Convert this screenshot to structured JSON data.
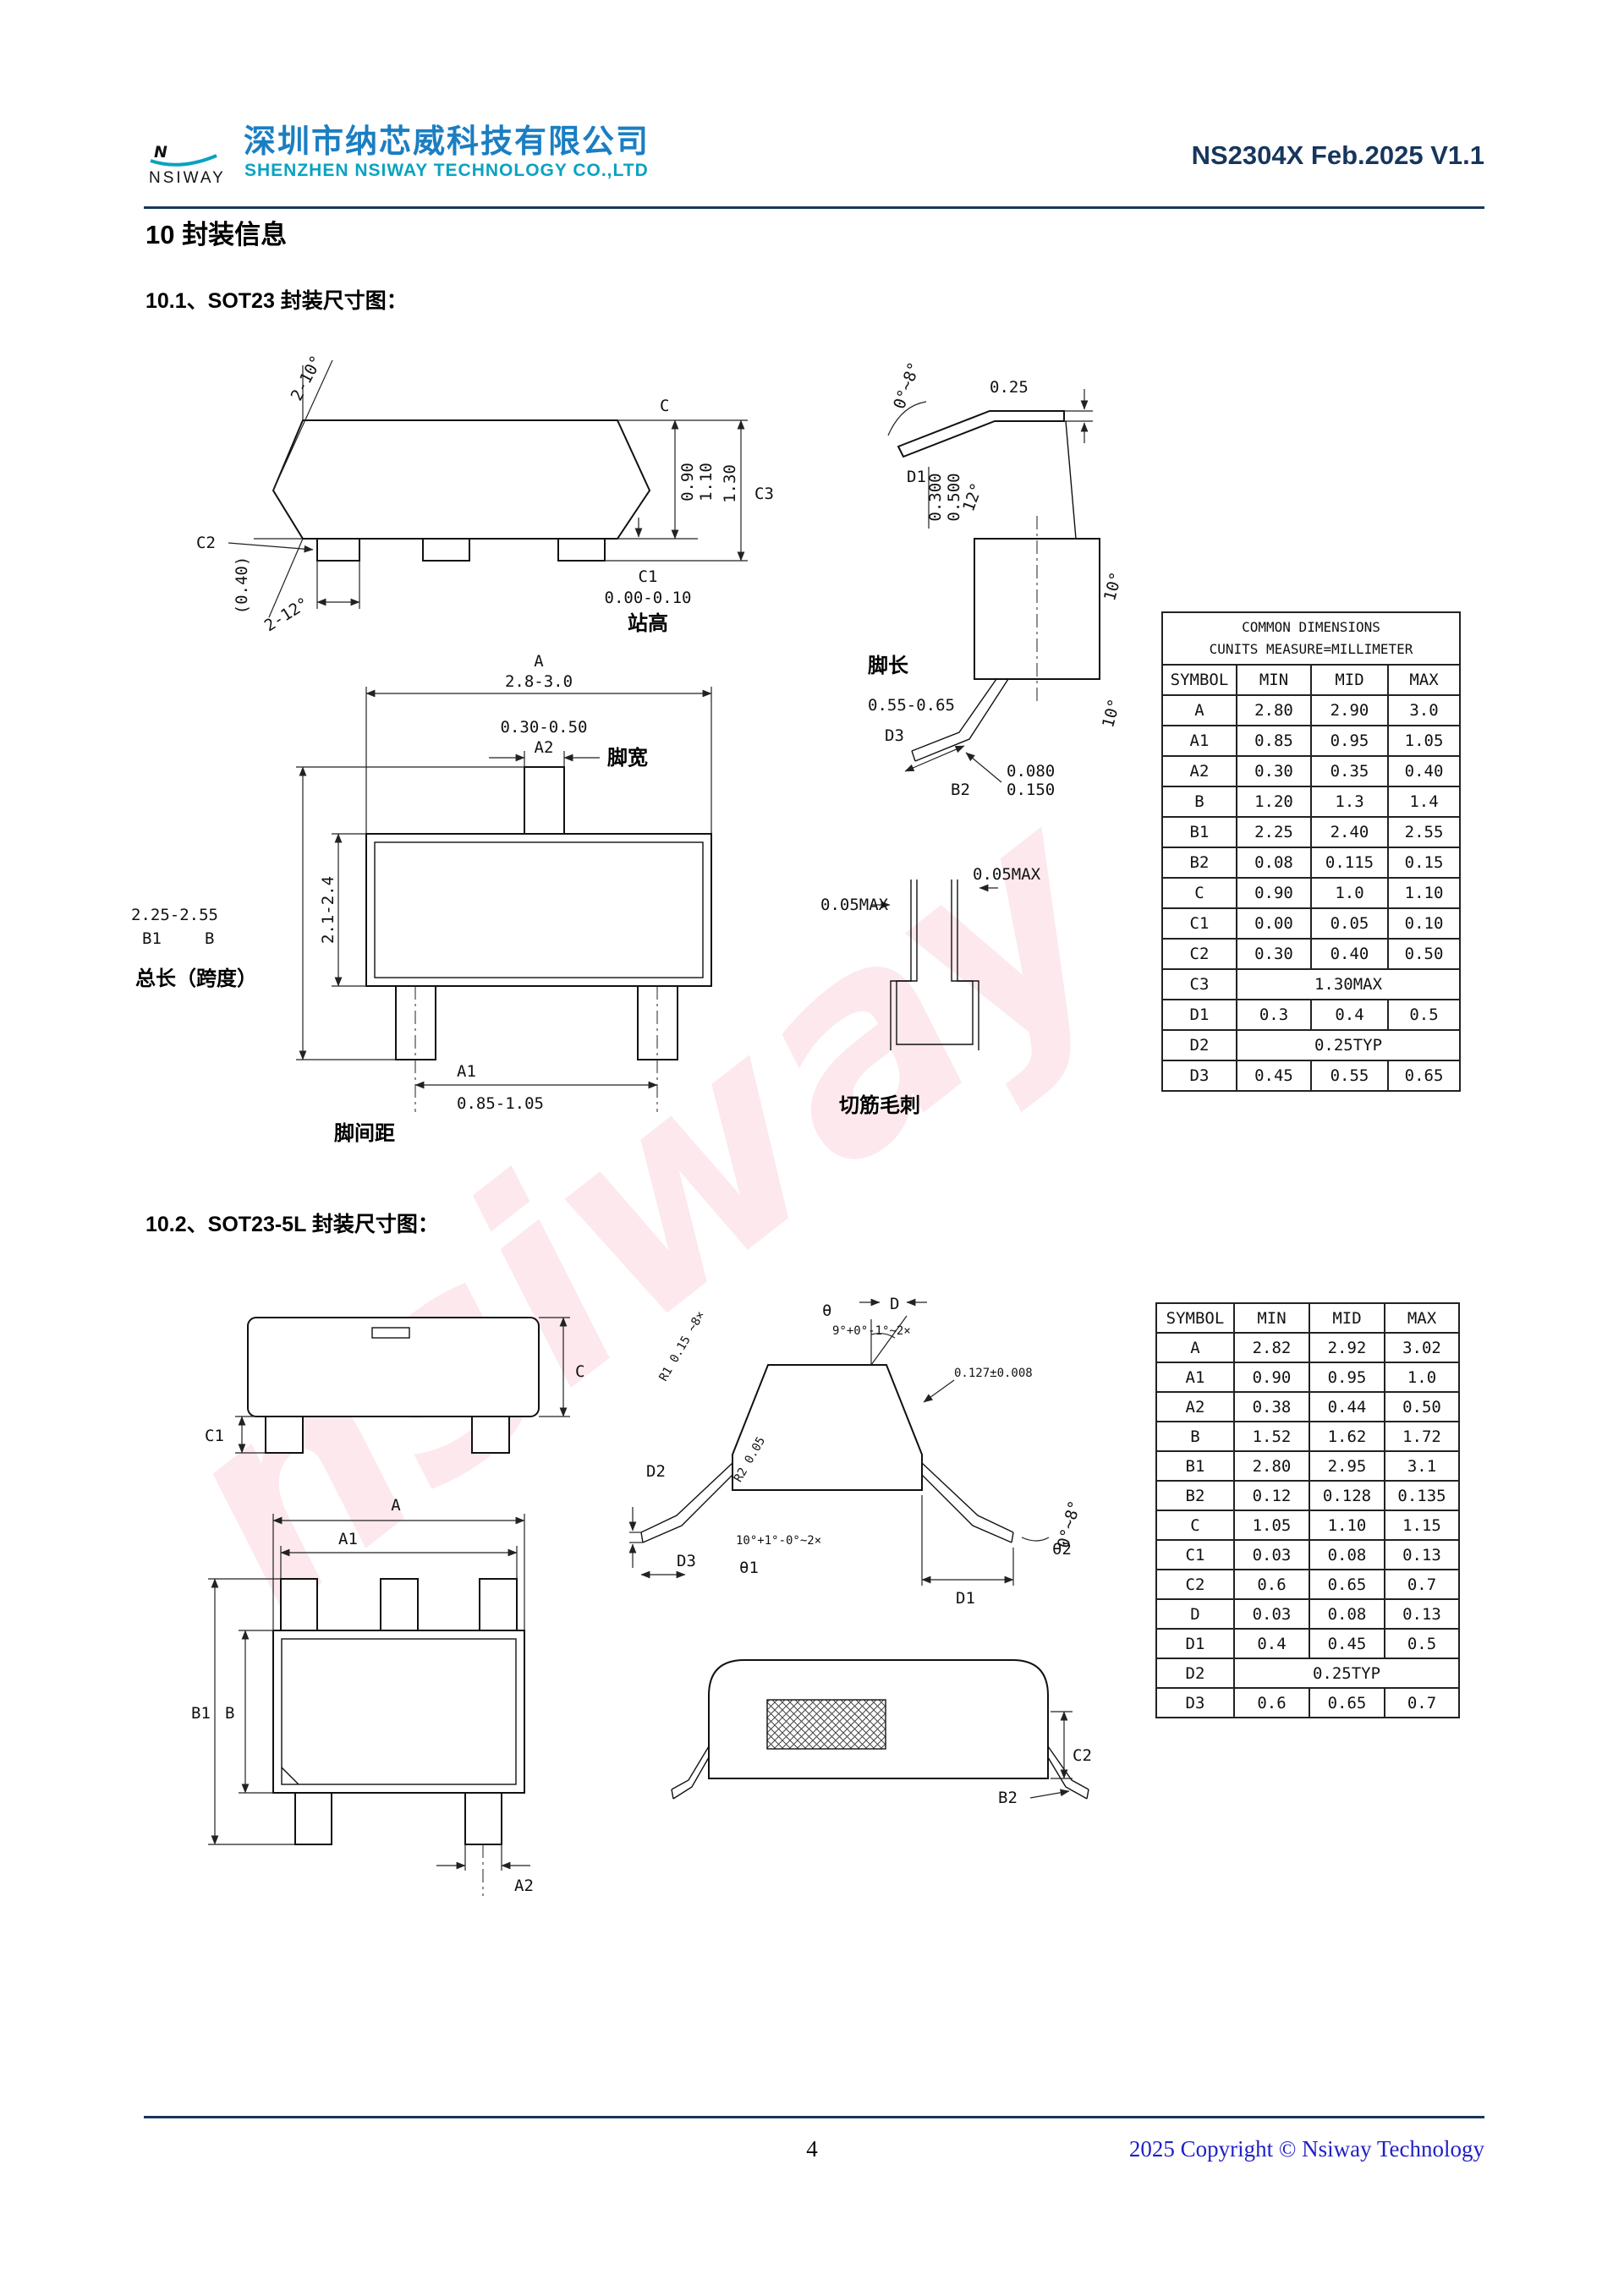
{
  "header": {
    "logo_letter": "N",
    "logo_name": "NSIWAY",
    "company_cn": "深圳市纳芯威科技有限公司",
    "company_en": "SHENZHEN NSIWAY TECHNOLOGY CO.,LTD",
    "doc_title": "NS2304X Feb.2025 V1.1"
  },
  "titles": {
    "section": "10 封装信息",
    "sub1": "10.1、SOT23 封装尺寸图：",
    "sub2": "10.2、SOT23-5L 封装尺寸图："
  },
  "watermark": "nsiway",
  "sot23": {
    "side": {
      "angle_top": "2-10°",
      "c": "C",
      "c_min": "0.90",
      "c_max": "1.10",
      "c3_val": "1.30",
      "c3": "C3",
      "c2": "C2",
      "paren": "(0.40)",
      "angle_bottom": "2-12°",
      "c1": "C1",
      "c1_range": "0.00-0.10",
      "standoff_cn": "站高"
    },
    "top": {
      "a": "A",
      "a_range": "2.8-3.0",
      "a2_range": "0.30-0.50",
      "a2": "A2",
      "pin_width_cn": "脚宽",
      "b1_range": "2.25-2.55",
      "b1": "B1",
      "b": "B",
      "b_vert": "2.1-2.4",
      "span_cn": "总长（跨度）",
      "a1": "A1",
      "a1_range": "0.85-1.05",
      "pitch_cn": "脚间距"
    },
    "lead": {
      "angle": "0°~8°",
      "t025": "0.25",
      "d1": "D1",
      "d1_min": "0.300",
      "d1_max": "0.500",
      "angle12": "12°",
      "angle10a": "10°",
      "len_cn": "脚长",
      "d3_range": "0.55-0.65",
      "d3": "D3",
      "b2": "B2",
      "b2_min": "0.080",
      "b2_max": "0.150",
      "angle10b": "10°"
    },
    "burr": {
      "left": "0.05MAX",
      "right": "0.05MAX",
      "label_cn": "切筋毛刺"
    },
    "table": {
      "title1": "COMMON DIMENSIONS",
      "title2": "CUNITS MEASURE=MILLIMETER",
      "headers": [
        "SYMBOL",
        "MIN",
        "MID",
        "MAX"
      ],
      "rows": [
        [
          "A",
          "2.80",
          "2.90",
          "3.0"
        ],
        [
          "A1",
          "0.85",
          "0.95",
          "1.05"
        ],
        [
          "A2",
          "0.30",
          "0.35",
          "0.40"
        ],
        [
          "B",
          "1.20",
          "1.3",
          "1.4"
        ],
        [
          "B1",
          "2.25",
          "2.40",
          "2.55"
        ],
        [
          "B2",
          "0.08",
          "0.115",
          "0.15"
        ],
        [
          "C",
          "0.90",
          "1.0",
          "1.10"
        ],
        [
          "C1",
          "0.00",
          "0.05",
          "0.10"
        ],
        [
          "C2",
          "0.30",
          "0.40",
          "0.50"
        ],
        [
          "C3",
          {
            "t": "1.30MAX",
            "span": 3
          }
        ],
        [
          "D1",
          "0.3",
          "0.4",
          "0.5"
        ],
        [
          "D2",
          {
            "t": "0.25TYP",
            "span": 3
          }
        ],
        [
          "D3",
          "0.45",
          "0.55",
          "0.65"
        ]
      ]
    }
  },
  "sot23_5l": {
    "side": {
      "c": "C",
      "c1": "C1"
    },
    "top": {
      "a": "A",
      "a1": "A1",
      "b1": "B1",
      "b": "B",
      "a2": "A2"
    },
    "profile": {
      "theta": "θ",
      "d": "D",
      "r1": "R1 0.15 ~8×",
      "angle_top": "9°+0°-1°~2×",
      "tol": "0.127±0.008",
      "r2": "R2 0.05",
      "d2": "D2",
      "angle_bot": "10°+1°-0°~2×",
      "d3": "D3",
      "theta1": "θ1",
      "d1": "D1",
      "theta2": "θ2",
      "angle_right": "0°~8°"
    },
    "front": {
      "c2": "C2",
      "b2": "B2"
    },
    "table": {
      "headers": [
        "SYMBOL",
        "MIN",
        "MID",
        "MAX"
      ],
      "rows": [
        [
          "A",
          "2.82",
          "2.92",
          "3.02"
        ],
        [
          "A1",
          "0.90",
          "0.95",
          "1.0"
        ],
        [
          "A2",
          "0.38",
          "0.44",
          "0.50"
        ],
        [
          "B",
          "1.52",
          "1.62",
          "1.72"
        ],
        [
          "B1",
          "2.80",
          "2.95",
          "3.1"
        ],
        [
          "B2",
          "0.12",
          "0.128",
          "0.135"
        ],
        [
          "C",
          "1.05",
          "1.10",
          "1.15"
        ],
        [
          "C1",
          "0.03",
          "0.08",
          "0.13"
        ],
        [
          "C2",
          "0.6",
          "0.65",
          "0.7"
        ],
        [
          "D",
          "0.03",
          "0.08",
          "0.13"
        ],
        [
          "D1",
          "0.4",
          "0.45",
          "0.5"
        ],
        [
          "D2",
          {
            "t": "0.25TYP",
            "span": 3
          }
        ],
        [
          "D3",
          "0.6",
          "0.65",
          "0.7"
        ]
      ]
    }
  },
  "footer": {
    "page_number": "4",
    "copyright": "2025 Copyright © Nsiway Technology"
  }
}
